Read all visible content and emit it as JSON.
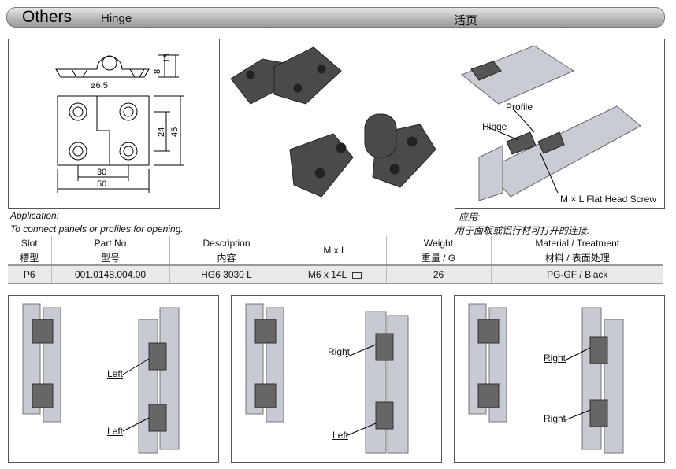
{
  "header": {
    "title": "Others",
    "subtitle_en": "Hinge",
    "subtitle_cn": "活页"
  },
  "drawing": {
    "dia": "⌀6.5",
    "d15": "15",
    "d8": "8",
    "d24": "24",
    "d45": "45",
    "d30": "30",
    "d50": "50"
  },
  "assembly": {
    "profile": "Profile",
    "hinge": "Hinge",
    "screw": "M × L Flat Head Screw"
  },
  "application": {
    "label_en": "Application:",
    "text_en": "To connect panels or profiles for opening.",
    "label_cn": "应用:",
    "text_cn": "用于面板或铝行材可打开的连接."
  },
  "table": {
    "headers": [
      {
        "en": "Slot",
        "cn": "槽型"
      },
      {
        "en": "Part No",
        "cn": "型号"
      },
      {
        "en": "Description",
        "cn": "内容"
      },
      {
        "en": "M x L",
        "cn": ""
      },
      {
        "en": "Weight",
        "cn": "重量 / G"
      },
      {
        "en": "Material / Treatment",
        "cn": "材料 / 表面处理"
      }
    ],
    "row": {
      "slot": "P6",
      "part_no": "001.0148.004.00",
      "description": "HG6 3030 L",
      "mxl": "M6 x 14L",
      "weight": "26",
      "material": "PG-GF / Black"
    }
  },
  "examples": {
    "p1": {
      "top": "Left",
      "bottom": "Left"
    },
    "p2": {
      "top": "Right",
      "bottom": "Left"
    },
    "p3": {
      "top": "Right",
      "bottom": "Right"
    }
  }
}
